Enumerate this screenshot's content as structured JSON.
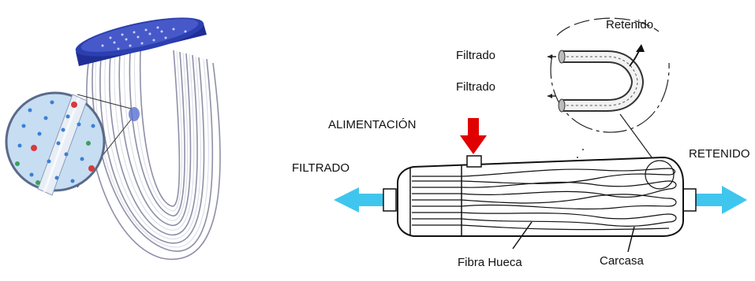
{
  "labels": {
    "retenido": "Retenido",
    "filtrado_top": "Filtrado",
    "filtrado_bottom": "Filtrado",
    "alimentacion": "ALIMENTACIÓN",
    "filtrado_left": "FILTRADO",
    "retenido_right": "RETENIDO",
    "fibra_hueca": "Fibra Hueca",
    "carcasa": "Carcasa"
  },
  "colors": {
    "fiber_cap": "#2b3fb0",
    "feed_arrow": "#e10000",
    "flow_arrow": "#3fc6ee",
    "particle_red": "#d63a3a",
    "particle_blue": "#3a7fd6",
    "particle_green": "#3aa05a"
  }
}
